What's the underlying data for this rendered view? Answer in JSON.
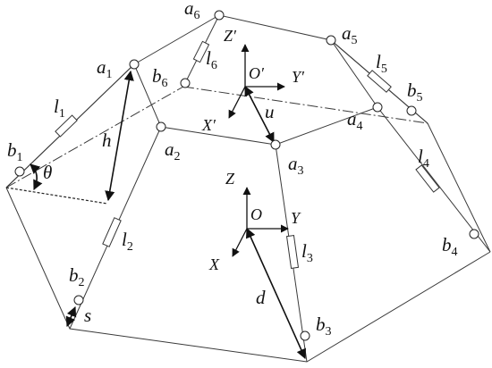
{
  "labels": {
    "a1": {
      "main": "a",
      "sub": "1"
    },
    "a2": {
      "main": "a",
      "sub": "2"
    },
    "a3": {
      "main": "a",
      "sub": "3"
    },
    "a4": {
      "main": "a",
      "sub": "4"
    },
    "a5": {
      "main": "a",
      "sub": "5"
    },
    "a6": {
      "main": "a",
      "sub": "6"
    },
    "b1": {
      "main": "b",
      "sub": "1"
    },
    "b2": {
      "main": "b",
      "sub": "2"
    },
    "b3": {
      "main": "b",
      "sub": "3"
    },
    "b4": {
      "main": "b",
      "sub": "4"
    },
    "b5": {
      "main": "b",
      "sub": "5"
    },
    "b6": {
      "main": "b",
      "sub": "6"
    },
    "l1": {
      "main": "l",
      "sub": "1"
    },
    "l2": {
      "main": "l",
      "sub": "2"
    },
    "l3": {
      "main": "l",
      "sub": "3"
    },
    "l4": {
      "main": "l",
      "sub": "4"
    },
    "l5": {
      "main": "l",
      "sub": "5"
    },
    "l6": {
      "main": "l",
      "sub": "6"
    }
  },
  "symbols": {
    "theta": "θ",
    "h": "h",
    "u": "u",
    "d": "d",
    "s": "s"
  },
  "axes": {
    "upper": {
      "origin": "O′",
      "x": "X′",
      "y": "Y′",
      "z": "Z′"
    },
    "lower": {
      "origin": "O",
      "x": "X",
      "y": "Y",
      "z": "Z"
    }
  }
}
